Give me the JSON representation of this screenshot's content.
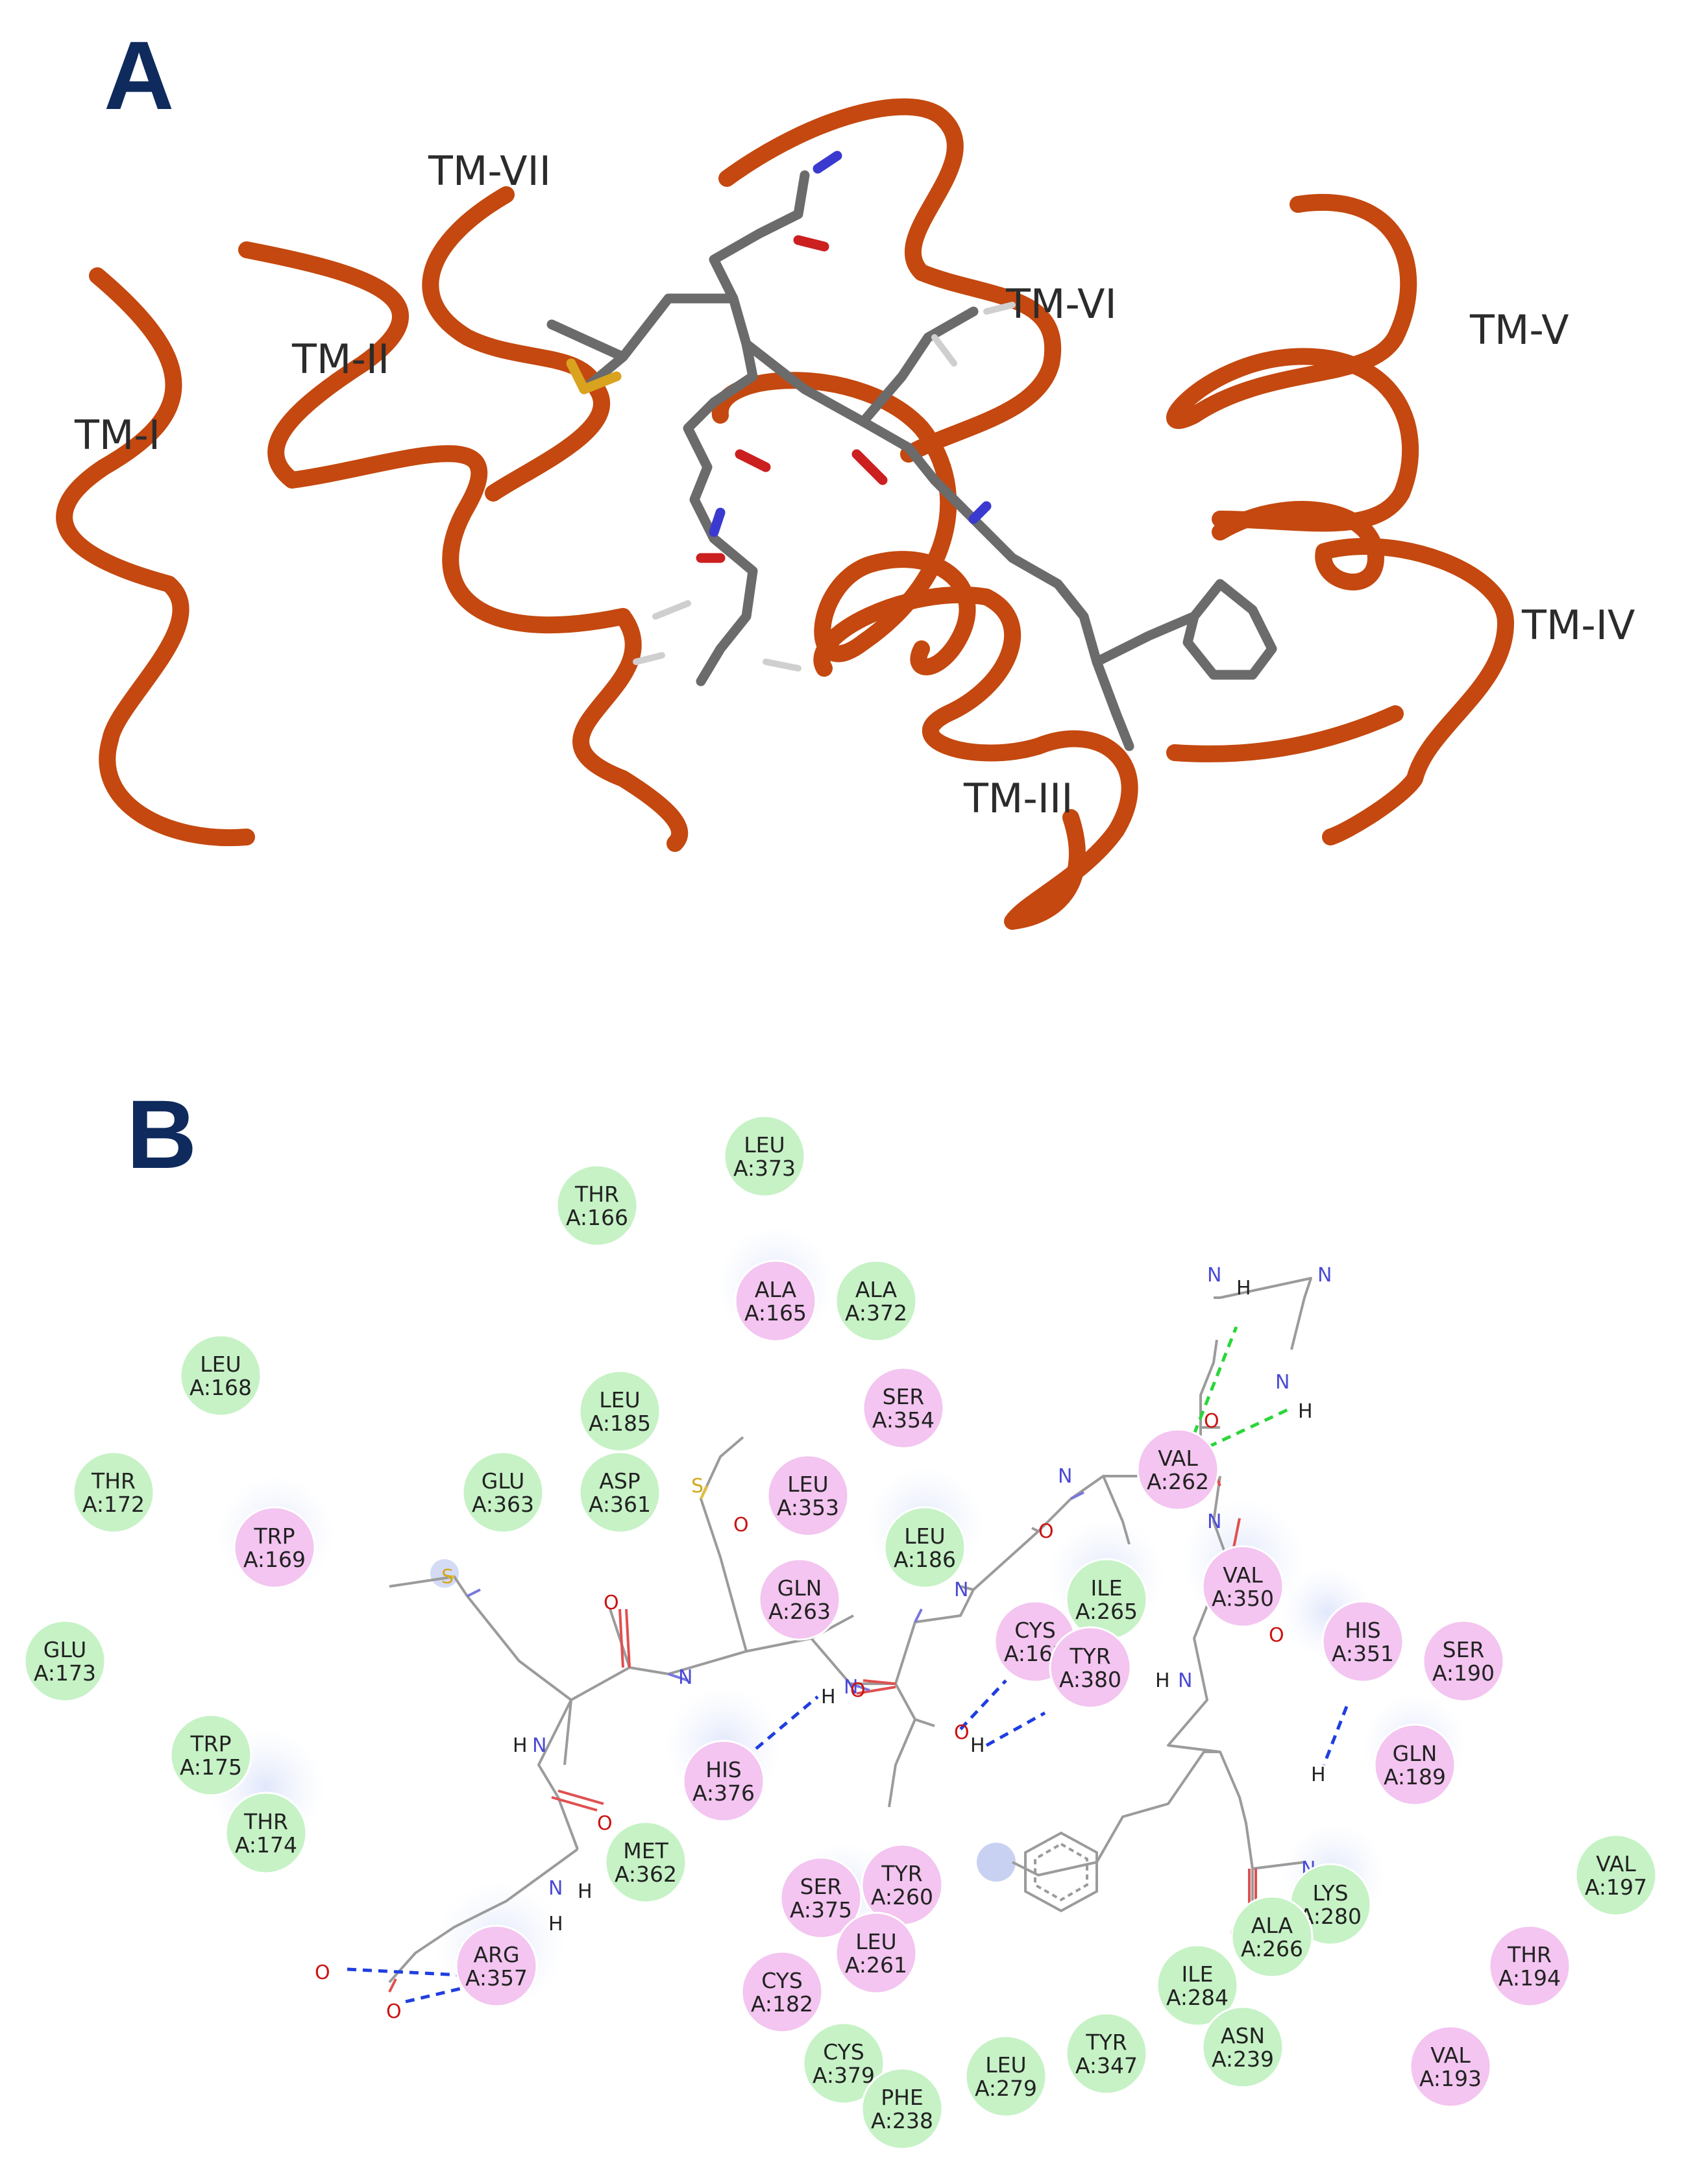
{
  "panel_a": {
    "letter": "A",
    "helix_labels": [
      "TM-I",
      "TM-II",
      "TM-VII",
      "TM-VI",
      "TM-V",
      "TM-IV",
      "TM-III"
    ]
  },
  "panel_b": {
    "letter": "B",
    "residues": [
      {
        "name": "LEU",
        "num": "A:373",
        "type": "vdw"
      },
      {
        "name": "THR",
        "num": "A:166",
        "type": "vdw"
      },
      {
        "name": "ALA",
        "num": "A:165",
        "type": "alkyl"
      },
      {
        "name": "ALA",
        "num": "A:372",
        "type": "vdw"
      },
      {
        "name": "LEU",
        "num": "A:168",
        "type": "vdw"
      },
      {
        "name": "LEU",
        "num": "A:185",
        "type": "vdw"
      },
      {
        "name": "SER",
        "num": "A:354",
        "type": "alkyl"
      },
      {
        "name": "THR",
        "num": "A:172",
        "type": "vdw"
      },
      {
        "name": "GLU",
        "num": "A:363",
        "type": "vdw"
      },
      {
        "name": "ASP",
        "num": "A:361",
        "type": "vdw"
      },
      {
        "name": "LEU",
        "num": "A:353",
        "type": "alkyl"
      },
      {
        "name": "TRP",
        "num": "A:169",
        "type": "alkyl"
      },
      {
        "name": "LEU",
        "num": "A:186",
        "type": "vdw"
      },
      {
        "name": "VAL",
        "num": "A:262",
        "type": "alkyl"
      },
      {
        "name": "GLN",
        "num": "A:263",
        "type": "alkyl"
      },
      {
        "name": "ILE",
        "num": "A:265",
        "type": "vdw"
      },
      {
        "name": "VAL",
        "num": "A:350",
        "type": "alkyl"
      },
      {
        "name": "GLU",
        "num": "A:173",
        "type": "vdw"
      },
      {
        "name": "CYS",
        "num": "A:162",
        "type": "alkyl"
      },
      {
        "name": "TYR",
        "num": "A:380",
        "type": "alkyl"
      },
      {
        "name": "HIS",
        "num": "A:351",
        "type": "alkyl"
      },
      {
        "name": "SER",
        "num": "A:190",
        "type": "alkyl"
      },
      {
        "name": "TRP",
        "num": "A:175",
        "type": "vdw"
      },
      {
        "name": "THR",
        "num": "A:174",
        "type": "vdw"
      },
      {
        "name": "HIS",
        "num": "A:376",
        "type": "alkyl"
      },
      {
        "name": "GLN",
        "num": "A:189",
        "type": "alkyl"
      },
      {
        "name": "MET",
        "num": "A:362",
        "type": "vdw"
      },
      {
        "name": "SER",
        "num": "A:375",
        "type": "alkyl"
      },
      {
        "name": "TYR",
        "num": "A:260",
        "type": "alkyl"
      },
      {
        "name": "VAL",
        "num": "A:197",
        "type": "vdw"
      },
      {
        "name": "LYS",
        "num": "A:280",
        "type": "vdw"
      },
      {
        "name": "ALA",
        "num": "A:266",
        "type": "vdw"
      },
      {
        "name": "LEU",
        "num": "A:261",
        "type": "alkyl"
      },
      {
        "name": "ARG",
        "num": "A:357",
        "type": "alkyl"
      },
      {
        "name": "CYS",
        "num": "A:182",
        "type": "alkyl"
      },
      {
        "name": "ILE",
        "num": "A:284",
        "type": "vdw"
      },
      {
        "name": "THR",
        "num": "A:194",
        "type": "alkyl"
      },
      {
        "name": "ASN",
        "num": "A:239",
        "type": "vdw"
      },
      {
        "name": "TYR",
        "num": "A:347",
        "type": "vdw"
      },
      {
        "name": "CYS",
        "num": "A:379",
        "type": "vdw"
      },
      {
        "name": "LEU",
        "num": "A:279",
        "type": "vdw"
      },
      {
        "name": "VAL",
        "num": "A:193",
        "type": "alkyl"
      },
      {
        "name": "PHE",
        "num": "A:238",
        "type": "vdw"
      }
    ],
    "atom_labels": {
      "N": "N",
      "O": "O",
      "S": "S",
      "H": "H"
    },
    "colors": {
      "vdw_fill": "#c6f2c6",
      "alkyl_fill": "#f3c5f0",
      "hbond_conventional": "#1f3ee0",
      "hbond_carbon": "#2bd63a",
      "ribbon": "#c4480f",
      "ligand_carbon": "#707070",
      "panel_letter": "#0f2a5c"
    }
  }
}
